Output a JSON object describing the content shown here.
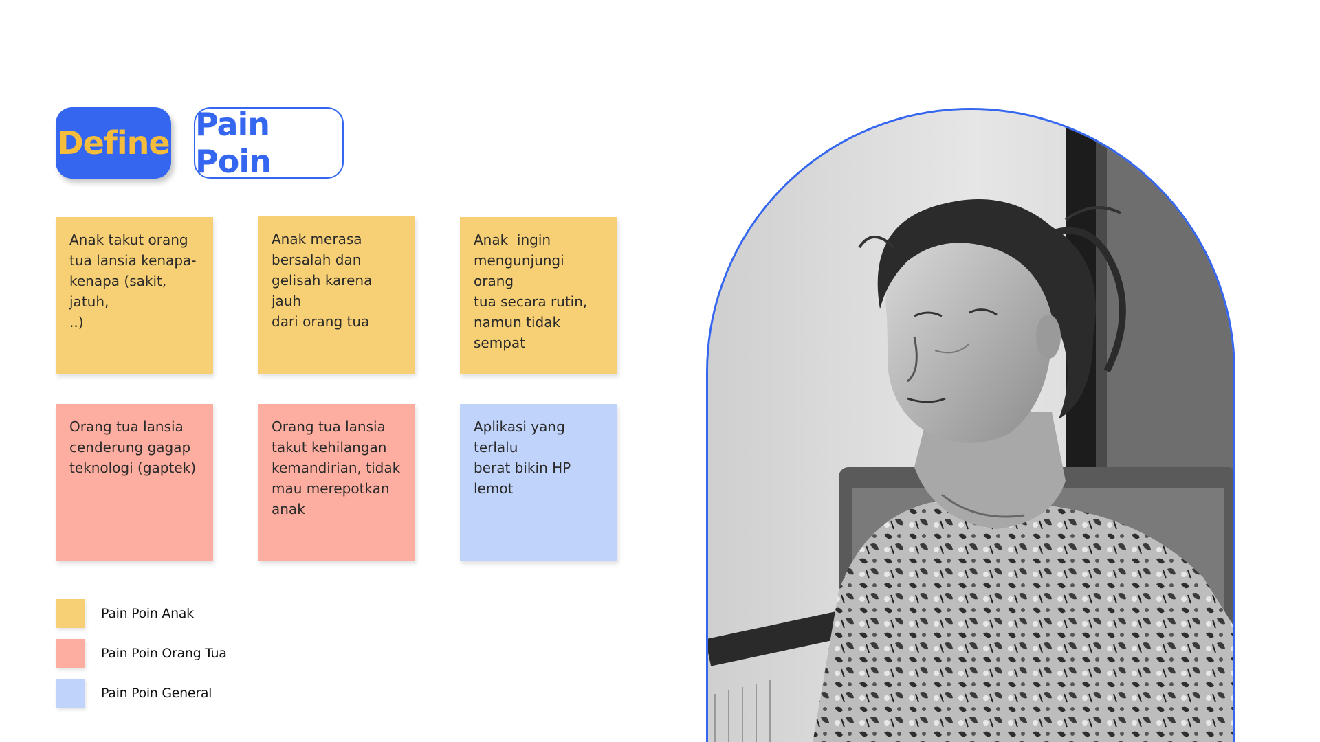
{
  "header": {
    "define_label": "Define",
    "painpoin_label": "Pain Poin"
  },
  "notes": [
    {
      "category": "anak",
      "text": "Anak takut orang\ntua lansia kenapa-\nkenapa (sakit, jatuh,\n..)"
    },
    {
      "category": "anak",
      "text": "Anak merasa\nbersalah dan\ngelisah karena jauh\ndari orang tua"
    },
    {
      "category": "anak",
      "text": "Anak  ingin\nmengunjungi orang\ntua secara rutin,\nnamun tidak\nsempat"
    },
    {
      "category": "ortu",
      "text": "Orang tua lansia\ncenderung gagap\nteknologi (gaptek)"
    },
    {
      "category": "ortu",
      "text": "Orang tua lansia\ntakut kehilangan\nkemandirian, tidak\nmau merepotkan\nanak"
    },
    {
      "category": "general",
      "text": "Aplikasi yang terlalu\nberat bikin HP lemot"
    }
  ],
  "legend": [
    {
      "label": "Pain Poin Anak",
      "color": "#f7d075"
    },
    {
      "label": "Pain Poin Orang Tua",
      "color": "#fdaea0"
    },
    {
      "label": "Pain Poin General",
      "color": "#c0d3fb"
    }
  ],
  "colors": {
    "accent_blue": "#3466f0",
    "accent_yellow": "#f6bd3c",
    "note_anak": "#f7d075",
    "note_ortu": "#fdaea0",
    "note_general": "#c0d3fb"
  },
  "photo": {
    "icon": "elderly-woman-photo"
  }
}
